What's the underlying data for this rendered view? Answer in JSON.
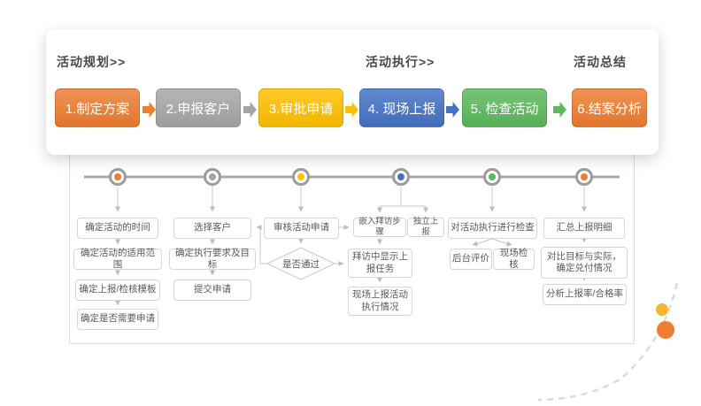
{
  "card": {
    "sections": [
      {
        "label": "活动规划>>"
      },
      {
        "label": "活动执行>>"
      },
      {
        "label": "活动总结"
      }
    ],
    "steps": [
      {
        "label": "1.制定方案",
        "color": "#ED7D31"
      },
      {
        "label": "2.申报客户",
        "color": "#A6A6A6"
      },
      {
        "label": "3.审批申请",
        "color": "#FFC000"
      },
      {
        "label": "4. 现场上报",
        "color": "#4472C4"
      },
      {
        "label": "5. 检查活动",
        "color": "#5CB85C"
      },
      {
        "label": "6.结案分析",
        "color": "#ED7D31"
      }
    ],
    "arrow_colors": [
      "#ED7D31",
      "#A6A6A6",
      "#FFC000",
      "#4472C4",
      "#5CB85C"
    ]
  },
  "timeline": {
    "node_colors": [
      "#ED7D31",
      "#A6A6A6",
      "#FFC000",
      "#4472C4",
      "#5CB85C",
      "#ED7D31"
    ]
  },
  "flow_columns": [
    {
      "boxes": [
        "确定活动的时间",
        "确定活动的适用范围",
        "确定上报/检核模板",
        "确定是否需要申请"
      ]
    },
    {
      "boxes": [
        "选择客户",
        "确定执行要求及目标",
        "提交申请"
      ]
    },
    {
      "boxes": [
        "审核活动申请"
      ],
      "decision": "是否通过"
    },
    {
      "boxes": [
        "嵌入拜访步骤",
        "独立上报",
        "拜访中显示上报任务",
        "现场上报活动执行情况"
      ]
    },
    {
      "boxes": [
        "对活动执行进行检查",
        "后台评价",
        "现场检核"
      ]
    },
    {
      "boxes": [
        "汇总上报明细",
        "对比目标与实际，确定兑付情况",
        "分析上报率/合格率"
      ]
    }
  ],
  "decor": {
    "yellow_dot": "#F7B52C",
    "orange_dot": "#ED7D31"
  }
}
